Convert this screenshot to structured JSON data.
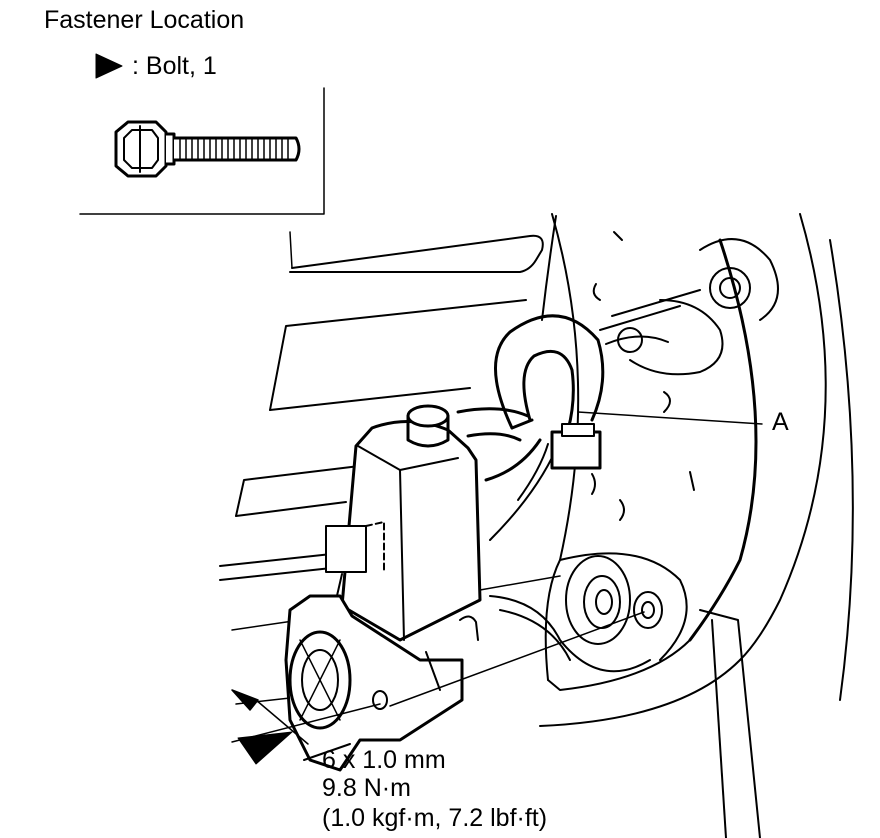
{
  "title": "Fastener Location",
  "legend": {
    "symbol": "triangle-pointer-icon",
    "text": ": Bolt, 1"
  },
  "callouts": {
    "a": "A"
  },
  "fastener_spec": {
    "size": "6 x 1.0 mm",
    "torque": "9.8 N·m",
    "torque_alt": "(1.0 kgf·m, 7.2 lbf·ft)"
  },
  "colors": {
    "ink": "#000000",
    "paper": "#ffffff"
  }
}
